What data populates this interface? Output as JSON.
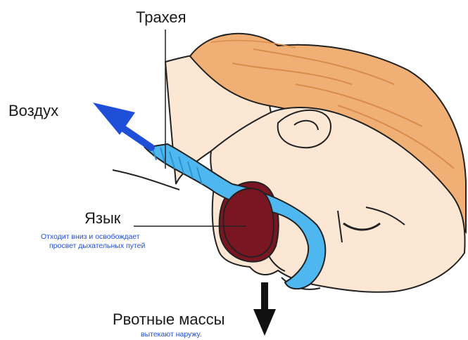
{
  "labels": {
    "trachea": "Трахея",
    "air": "Воздух",
    "tongue": "Язык",
    "tongue_note_line1": "Отходит вниз и освобождает",
    "tongue_note_line2": "просвет дыхательных путей",
    "vomit": "Рвотные массы",
    "vomit_note": "вытекают наружу."
  },
  "colors": {
    "airway": "#4fb7ef",
    "airway_dark": "#2b93cf",
    "arrow": "#1f4fd8",
    "tongue": "#7a1522",
    "hair": "#f0b075",
    "hair_dark": "#d98b4c",
    "skin": "#fbe7d4",
    "skin_shadow": "#f3d2b4",
    "outline": "#222222",
    "label_blue": "#1f4fd8",
    "vomit_arrow": "#111111"
  },
  "icons": {
    "air_arrow": "arrow-up-left-icon",
    "vomit_arrow": "arrow-down-icon"
  }
}
